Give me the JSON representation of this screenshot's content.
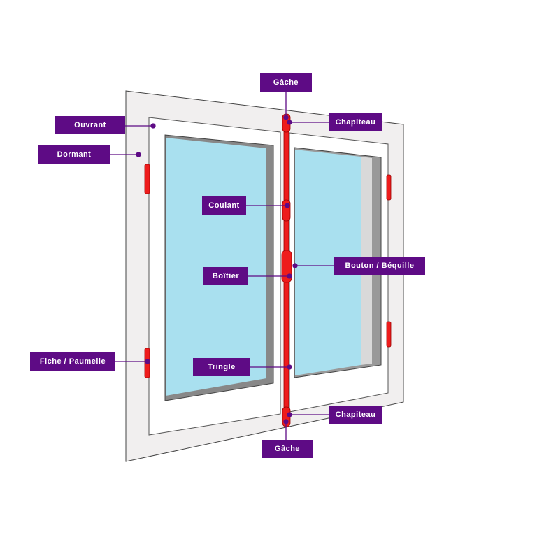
{
  "labels": {
    "gache_top": "Gâche",
    "chapiteau_top": "Chapiteau",
    "ouvrant": "Ouvrant",
    "dormant": "Dormant",
    "coulant": "Coulant",
    "boitier": "Boîtier",
    "bouton": "Bouton / Béquille",
    "fiche": "Fiche / Paumelle",
    "tringle": "Tringle",
    "chapiteau_bottom": "Chapiteau",
    "gache_bottom": "Gâche"
  },
  "colors": {
    "label_bg": "#5e0b85",
    "glass": "#a9e0ef",
    "hardware": "#ee1c1c",
    "frame": "#f1efef"
  }
}
